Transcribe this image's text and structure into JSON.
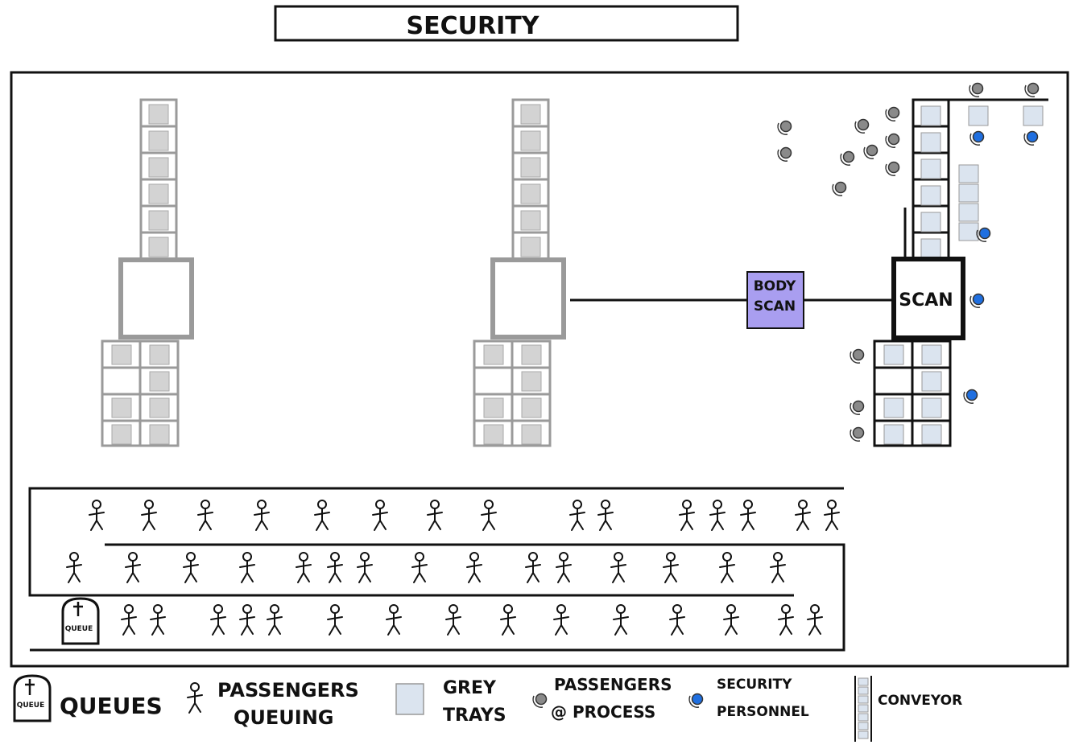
{
  "title": "SECURITY",
  "scanner_labels": {
    "body_scan": [
      "BODY",
      "SCAN"
    ],
    "scan": "SCAN"
  },
  "tombstone_label": "QUEUE",
  "legend": {
    "queues": "QUEUES",
    "passengers_queuing": [
      "PASSENGERS",
      "QUEUING"
    ],
    "grey_trays": [
      "GREY",
      "TRAYS"
    ],
    "passengers_process": [
      "PASSENGERS",
      "@ PROCESS"
    ],
    "security_personnel": [
      "SECURITY",
      "PERSONNEL"
    ],
    "conveyor": "CONVEYOR"
  },
  "colors": {
    "ink": "#111111",
    "inactive_lane": "#9a9a9a",
    "tray_fill": "#d3d3d3",
    "active_tray_fill": "#dbe4ef",
    "body_scan_fill": "#a99ef0",
    "passenger_dot": "#8a8a8a",
    "personnel_dot": "#1f6fe0"
  },
  "icons": [
    "tombstone-icon",
    "stick-figure-icon",
    "grey-tray-icon",
    "passenger-dot-icon",
    "personnel-dot-icon",
    "conveyor-icon"
  ]
}
